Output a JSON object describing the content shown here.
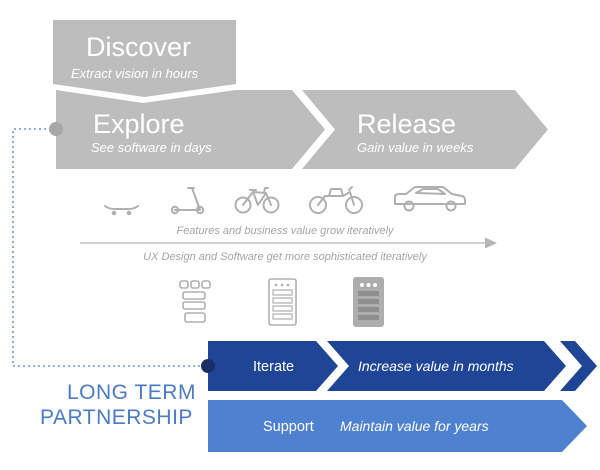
{
  "colors": {
    "gray_block": "#bdbdbd",
    "gray_text": "#a5a5a5",
    "navy": "#1f4596",
    "blue": "#4e81d0",
    "partnership_text": "#4a7bc8"
  },
  "discover": {
    "title": "Discover",
    "subtitle": "Extract vision in hours"
  },
  "explore": {
    "title": "Explore",
    "subtitle": "See software in days"
  },
  "release": {
    "title": "Release",
    "subtitle": "Gain value in weeks"
  },
  "vehicles": [
    "skateboard-icon",
    "scooter-icon",
    "bicycle-icon",
    "motorcycle-icon",
    "car-icon"
  ],
  "captions": {
    "features": "Features and business value grow iteratively",
    "ux": "UX Design and Software get more sophisticated iteratively"
  },
  "ui_icons": [
    "sketch-wireframe-icon",
    "form-wireframe-icon",
    "app-screen-icon"
  ],
  "iterate": {
    "label": "Iterate",
    "description": "Increase value in months"
  },
  "support": {
    "label": "Support",
    "description": "Maintain value for years"
  },
  "partnership": {
    "line1": "LONG TERM",
    "line2": "PARTNERSHIP"
  }
}
